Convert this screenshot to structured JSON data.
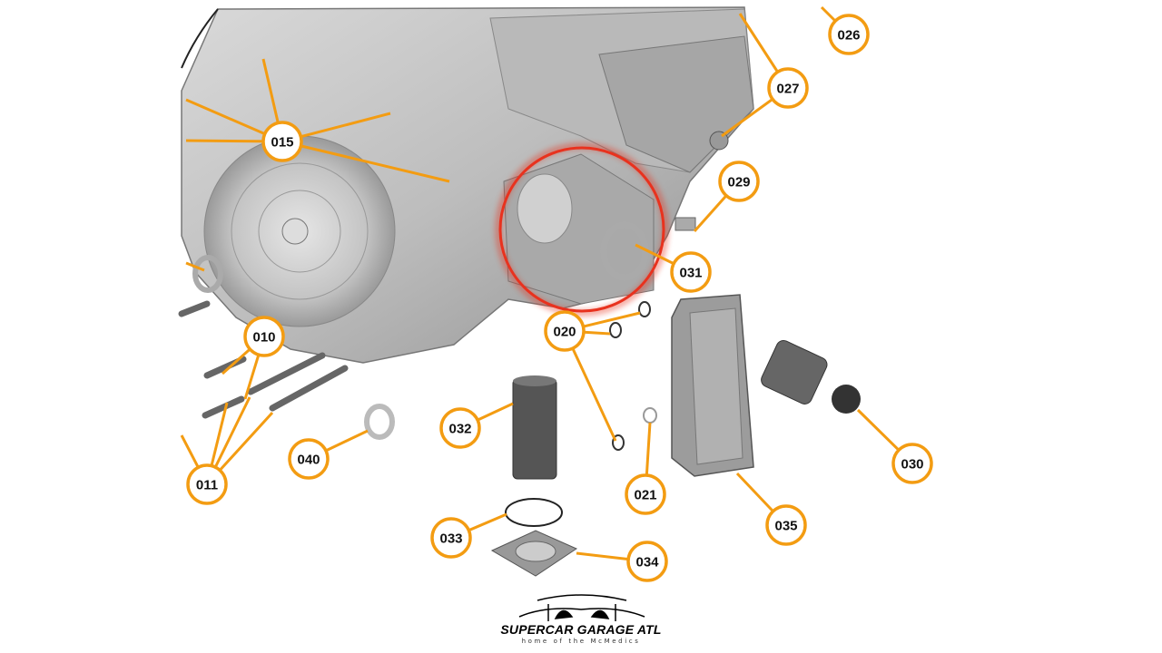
{
  "diagram": {
    "callouts": {
      "c026": "026",
      "c027": "027",
      "c015": "015",
      "c029": "029",
      "c031": "031",
      "c020": "020",
      "c010": "010",
      "c032": "032",
      "c040": "040",
      "c011": "011",
      "c021": "021",
      "c030": "030",
      "c035": "035",
      "c033": "033",
      "c034": "034"
    },
    "highlight_color": "#e8321e",
    "callout_color": "#f39c12"
  },
  "logo": {
    "title": "SUPERCAR GARAGE ATL",
    "subtitle": "home of the McMedics"
  }
}
